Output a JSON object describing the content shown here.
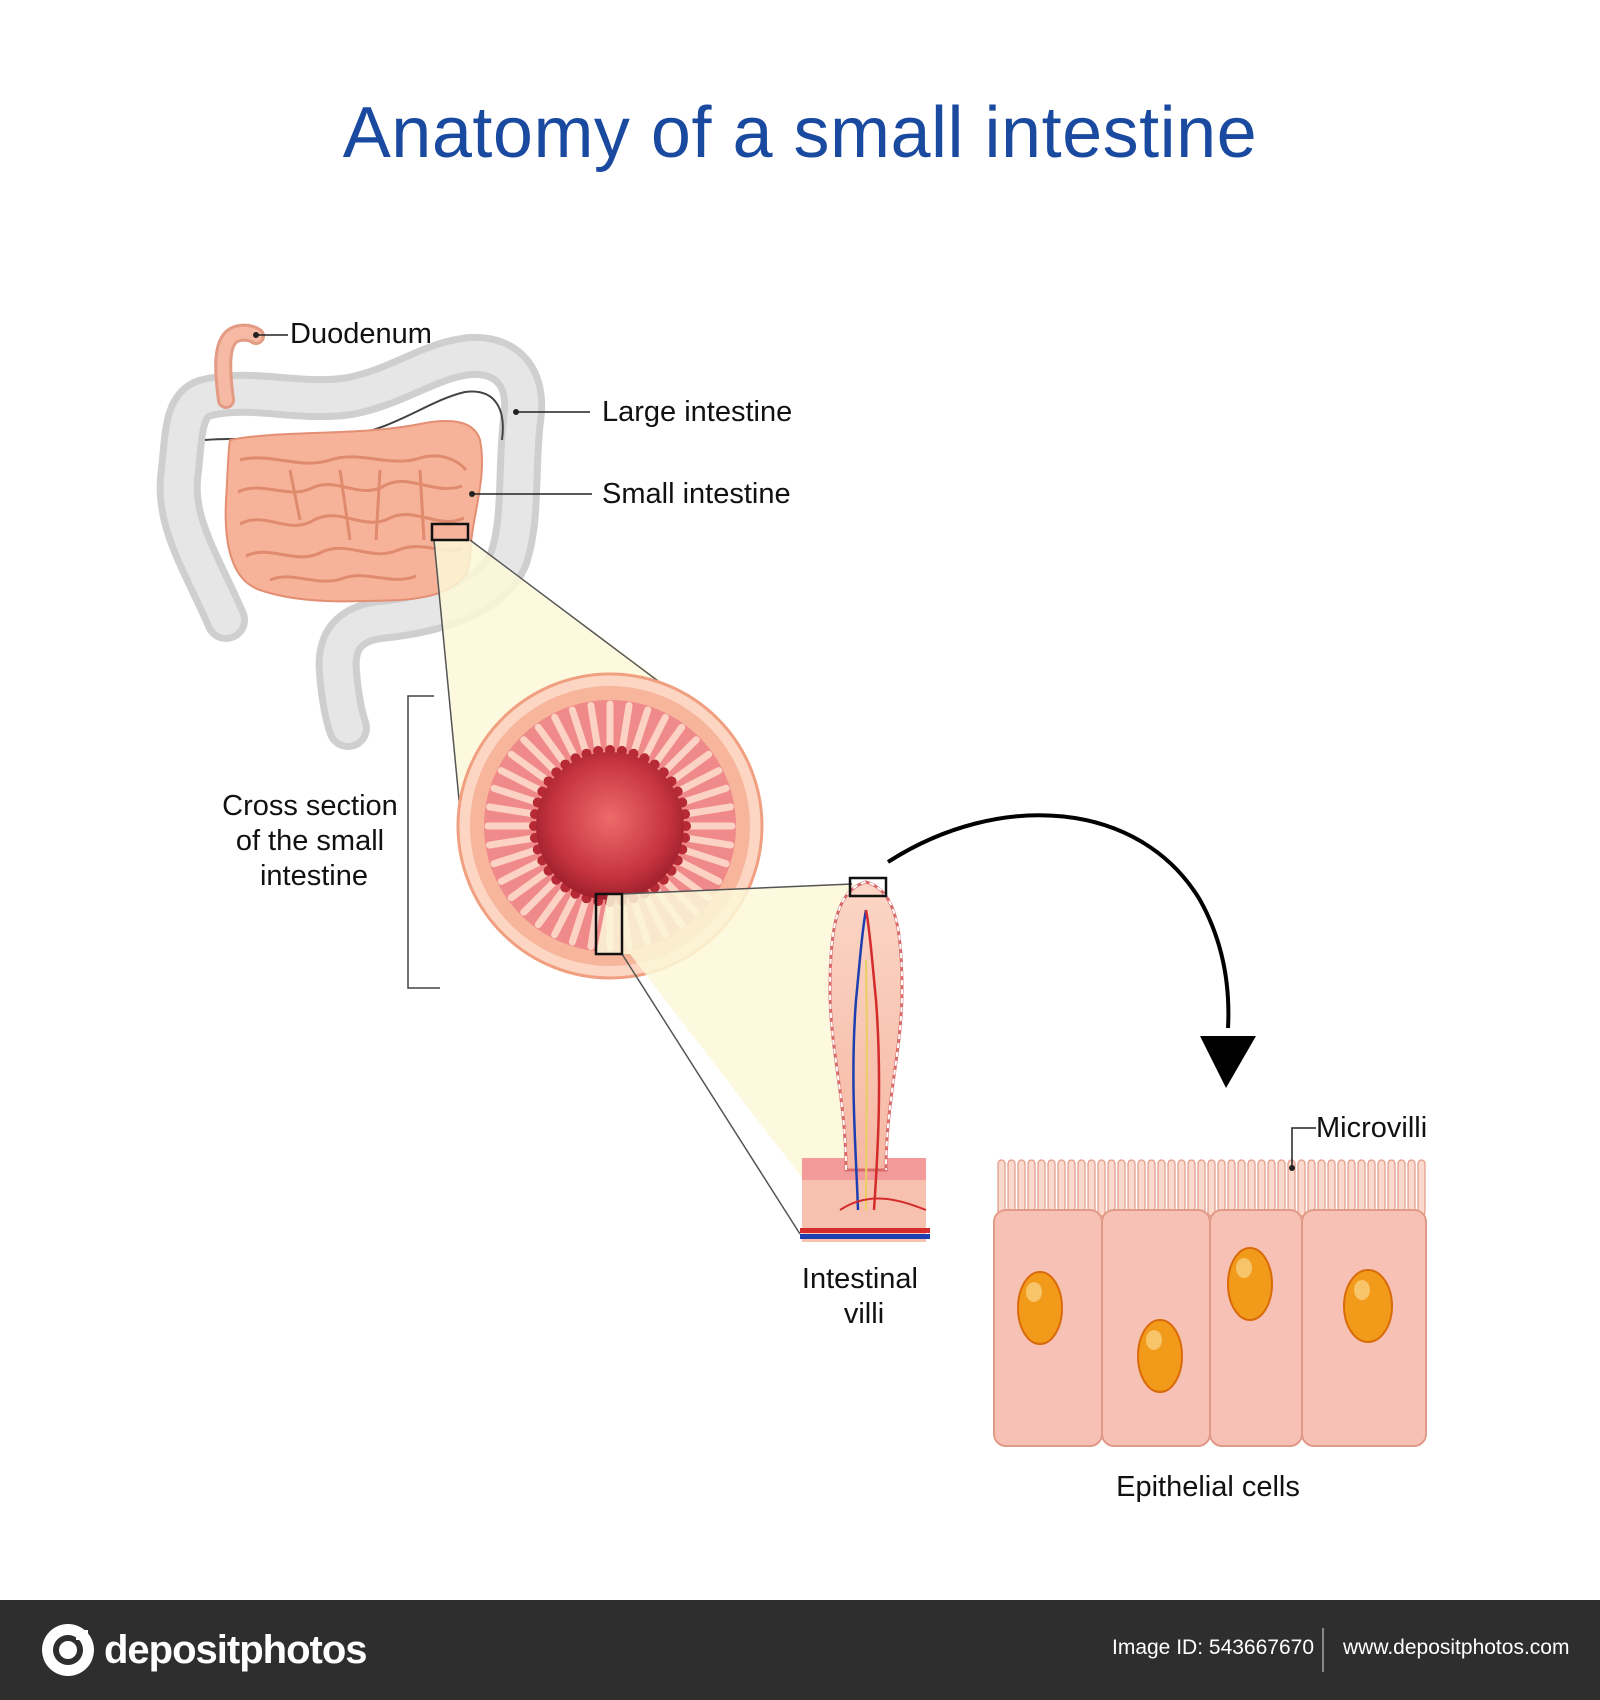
{
  "title": "Anatomy of a small intestine",
  "labels": {
    "duodenum": "Duodenum",
    "large_intestine": "Large intestine",
    "small_intestine": "Small intestine",
    "cross_section_line1": "Cross section",
    "cross_section_line2": "of the small",
    "cross_section_line3": "intestine",
    "villi_line1": "Intestinal",
    "villi_line2": "villi",
    "microvilli": "Microvilli",
    "epithelial_cells": "Epithelial cells"
  },
  "footer": {
    "logo_text": "depositphotos",
    "image_id_label": "Image ID:",
    "image_id": "543667670",
    "url": "www.depositphotos.com"
  },
  "colors": {
    "title": "#1a4aa0",
    "large_intestine": "#d4d4d4",
    "small_intestine": "#f4a98e",
    "cross_section_outer": "#f7b59c",
    "lumen": "#c9303e",
    "villi": "#f08a8a",
    "magnifier": "#fcf8d8",
    "epithelial_cell": "#f7c2b5",
    "nucleus": "#f29a1a",
    "footer": "#2e2e2e"
  }
}
